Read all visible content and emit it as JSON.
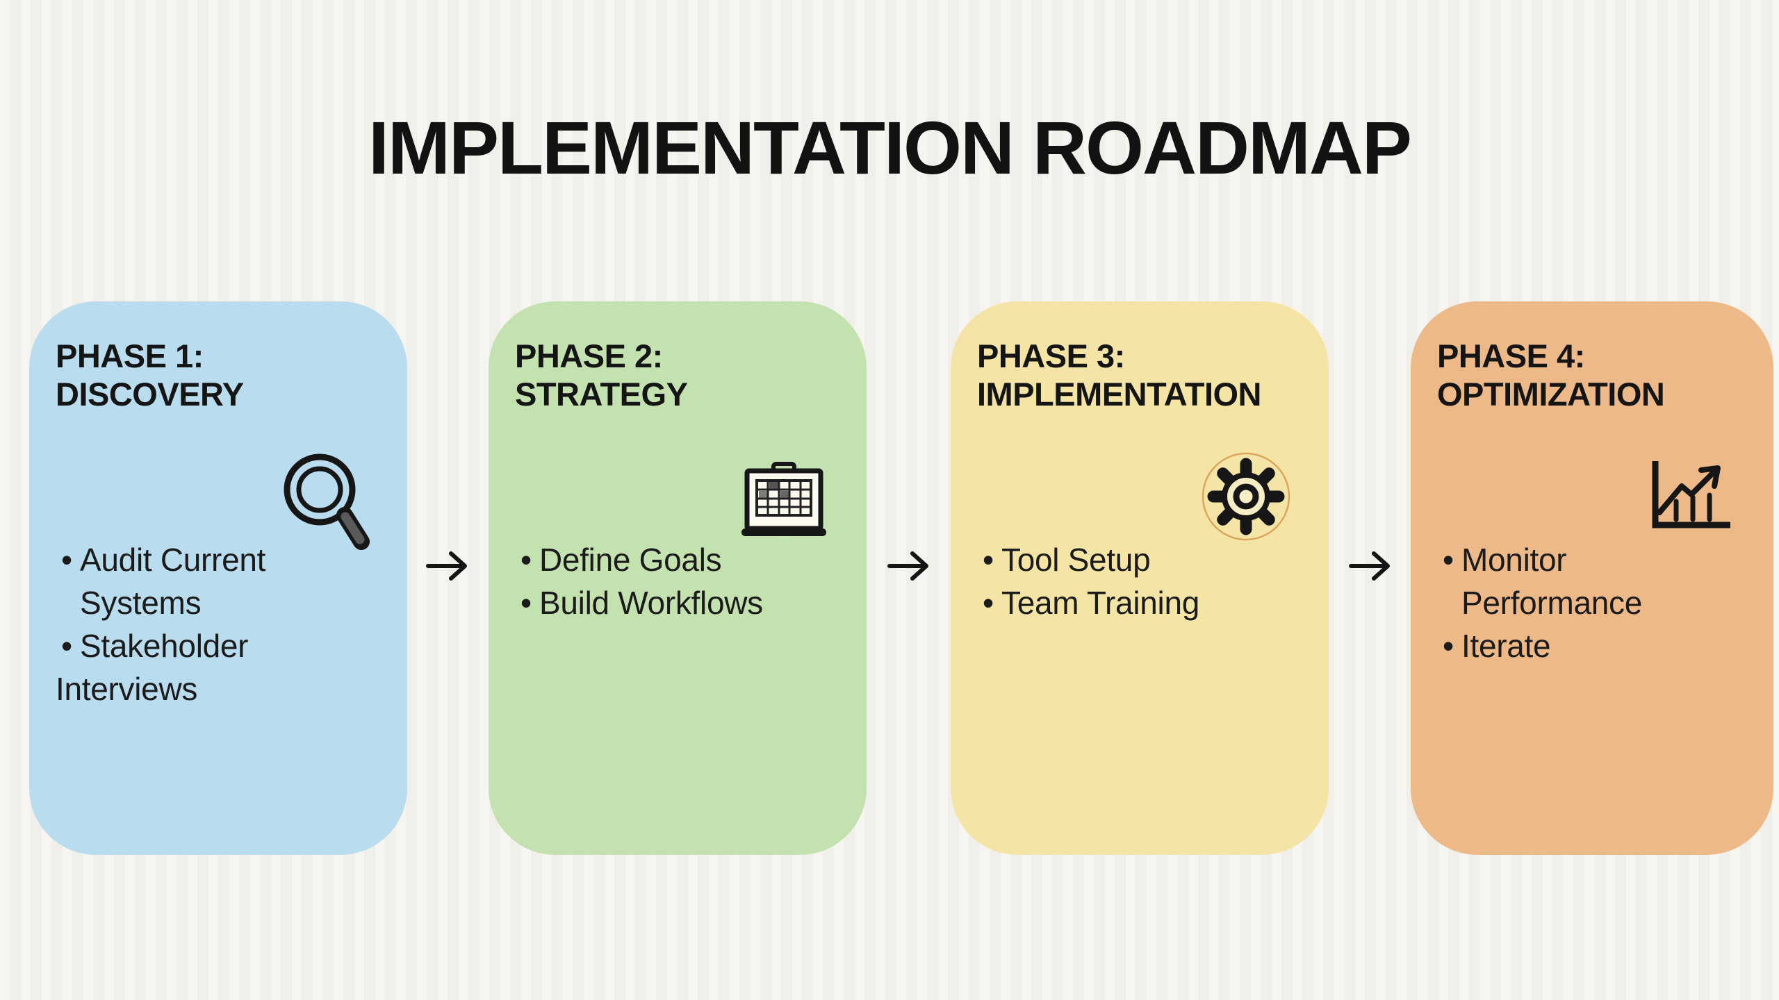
{
  "title": "IMPLEMENTATION ROADMAP",
  "bullet_char": "•",
  "colors": {
    "background": "#f4f2ec",
    "text": "#161616",
    "card_blue": "#b9dcee",
    "card_green": "#c4e2af",
    "card_yellow": "#f4e5a6",
    "card_orange": "#eeb988",
    "gear_ring_accent": "#d89a4d",
    "magnifier_handle": "#5a5a5a"
  },
  "phases": [
    {
      "heading_line1": "PHASE 1:",
      "heading_line2": "DISCOVERY",
      "icon": "magnifying-glass-icon",
      "card_color": "#b9dcee",
      "lines": [
        {
          "type": "bullet",
          "text": "Audit Current"
        },
        {
          "type": "wrap-indent",
          "text": "Systems"
        },
        {
          "type": "bullet",
          "text": "Stakeholder"
        },
        {
          "type": "wrap-flush",
          "text": "Interviews"
        }
      ]
    },
    {
      "heading_line1": "PHASE 2:",
      "heading_line2": "STRATEGY",
      "icon": "planning-board-icon",
      "card_color": "#c4e2af",
      "lines": [
        {
          "type": "bullet",
          "text": "Define Goals"
        },
        {
          "type": "bullet",
          "text": "Build Workflows"
        }
      ]
    },
    {
      "heading_line1": "PHASE 3:",
      "heading_line2": "IMPLEMENTATION",
      "icon": "gear-icon",
      "card_color": "#f4e5a6",
      "lines": [
        {
          "type": "bullet",
          "text": "Tool Setup"
        },
        {
          "type": "bullet",
          "text": "Team Training"
        }
      ]
    },
    {
      "heading_line1": "PHASE 4:",
      "heading_line2": "OPTIMIZATION",
      "icon": "growth-chart-icon",
      "card_color": "#eeb988",
      "lines": [
        {
          "type": "bullet",
          "text": "Monitor"
        },
        {
          "type": "wrap-indent",
          "text": "Performance"
        },
        {
          "type": "bullet",
          "text": "Iterate"
        }
      ]
    }
  ]
}
